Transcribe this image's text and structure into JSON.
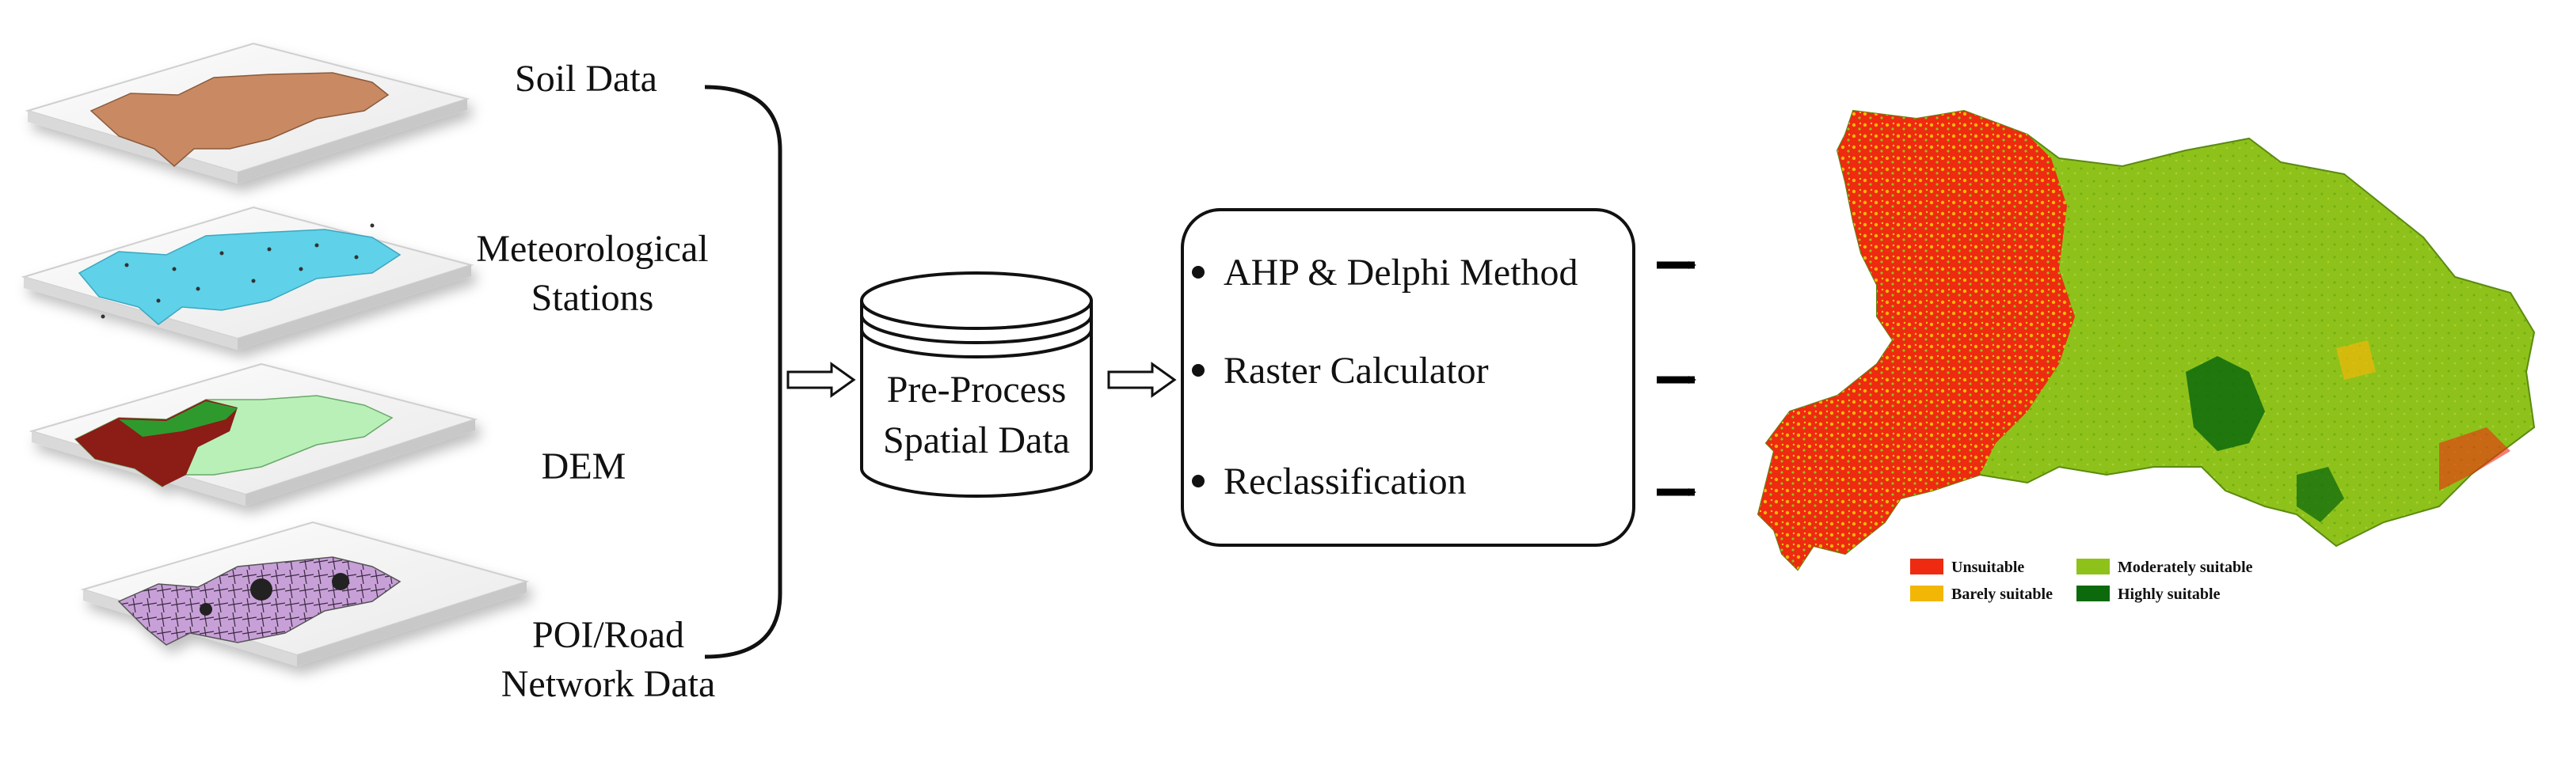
{
  "inputs": {
    "soil": "Soil Data",
    "meteo_line1": "Meteorological",
    "meteo_line2": "Stations",
    "dem": "DEM",
    "poi_line1": "POI/Road",
    "poi_line2": "Network Data"
  },
  "database": {
    "line1": "Pre-Process",
    "line2": "Spatial Data"
  },
  "methods": {
    "item1": "AHP & Delphi Method",
    "item2": "Raster Calculator",
    "item3": "Reclassification"
  },
  "legend": {
    "unsuitable": "Unsuitable",
    "moderately": "Moderately suitable",
    "barely": "Barely suitable",
    "highly": "Highly suitable"
  },
  "colors": {
    "soil": "#c98a63",
    "meteo": "#5fd1e8",
    "dem_light": "#b8f0b8",
    "dem_dark": "#8b1a14",
    "dem_green": "#2e9a2e",
    "poi": "#c8a0d8",
    "unsuitable": "#ee2a10",
    "barely": "#f2b705",
    "moderately": "#8ec21b",
    "highly": "#0c6a0c"
  }
}
